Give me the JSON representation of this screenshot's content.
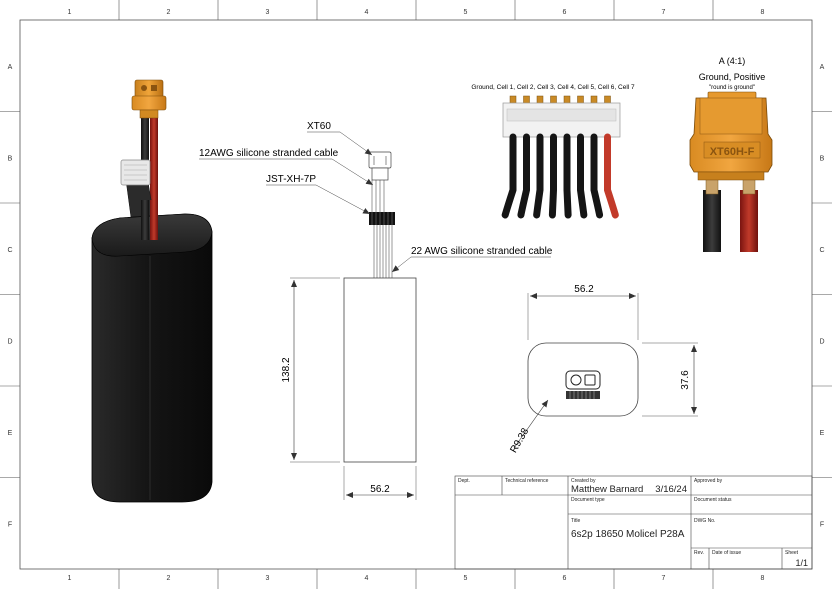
{
  "border": {
    "columns": [
      "1",
      "2",
      "3",
      "4",
      "5",
      "6",
      "7",
      "8"
    ],
    "rows": [
      "A",
      "B",
      "C",
      "D",
      "E",
      "F"
    ]
  },
  "callouts": {
    "xt60": "XT60",
    "cable_12awg": "12AWG silicone stranded cable",
    "jst": "JST-XH-7P",
    "cable_22awg": "22 AWG silicone stranded cable"
  },
  "dimensions": {
    "front_height": "138.2",
    "front_width": "56.2",
    "top_width": "56.2",
    "top_depth": "37.6",
    "corner_radius": "R9.38"
  },
  "jst_detail": {
    "pin_labels": "Ground, Cell 1, Cell 2, Cell 3, Cell 4, Cell 5, Cell 6, Cell 7"
  },
  "xt60_detail": {
    "title": "A (4:1)",
    "subtitle": "Ground, Positive",
    "note": "\"round is ground\"",
    "marking": "XT60H-F"
  },
  "title_block": {
    "dept_label": "Dept.",
    "tech_ref_label": "Technical reference",
    "created_by_label": "Created by",
    "created_by": "Matthew Barnard",
    "date": "3/16/24",
    "approved_by_label": "Approved by",
    "doc_type_label": "Document type",
    "doc_status_label": "Document status",
    "title_label": "Title",
    "title": "6s2p 18650 Molicel P28A",
    "dwg_no_label": "DWG No.",
    "rev_label": "Rev.",
    "date_of_issue_label": "Date of issue",
    "sheet_label": "Sheet",
    "sheet": "1/1"
  }
}
